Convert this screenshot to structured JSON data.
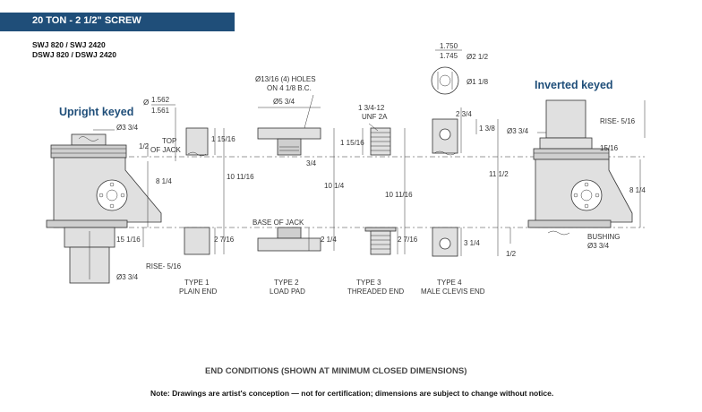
{
  "header": {
    "title": "20 TON - 2 1/2\" SCREW",
    "color": "#1f4e79"
  },
  "models": {
    "line1": "SWJ 820 / SWJ 2420",
    "line2": "DSWJ 820 / DSWJ 2420"
  },
  "headings": {
    "upright": "Upright keyed",
    "inverted": "Inverted keyed"
  },
  "dims": {
    "upright_dia_top": "1.562",
    "upright_dia_bot": "1.561",
    "dia_symbol": "Ø",
    "upright_boss": "Ø3 3/4",
    "upright_half": "1/2",
    "upright_body": "8 1/4",
    "upright_screw": "15 1/16",
    "upright_rise": "RISE- 5/16",
    "upright_bottom": "Ø3 3/4",
    "top_of_jack_1": "TOP",
    "top_of_jack_2": "OF JACK",
    "base_of_jack": "BASE OF JACK",
    "t1_top": "1 15/16",
    "t1_bot": "2 7/16",
    "t1_total": "10 11/16",
    "t2_holes_1": "Ø13/16 (4) HOLES",
    "t2_holes_2": "ON 4 1/8 B.C.",
    "t2_dia": "Ø5 3/4",
    "t2_top": "3/4",
    "t2_bot": "2 1/4",
    "t2_total": "10 1/4",
    "t3_thread_1": "1 3/4-12",
    "t3_thread_2": "UNF 2A",
    "t3_top": "1 15/16",
    "t3_bot": "2 7/16",
    "t3_total": "10 11/16",
    "t4_w_top": "1.750",
    "t4_w_bot": "1.745",
    "t4_od": "Ø2 1/2",
    "t4_pin": "Ø1 1/8",
    "t4_h1": "2 3/4",
    "t4_h2": "1 3/8",
    "t4_bot": "3 1/4",
    "t4_total": "11 1/2",
    "inv_boss": "Ø3 3/4",
    "inv_rise": "RISE- 5/16",
    "inv_screw": "15/16",
    "inv_body": "8 1/4",
    "inv_half": "1/2",
    "inv_bushing": "BUSHING",
    "inv_bushing_dia": "Ø3 3/4"
  },
  "types": [
    {
      "line1": "TYPE 1",
      "line2": "PLAIN END"
    },
    {
      "line1": "TYPE 2",
      "line2": "LOAD PAD"
    },
    {
      "line1": "TYPE 3",
      "line2": "THREADED END"
    },
    {
      "line1": "TYPE 4",
      "line2": "MALE CLEVIS END"
    }
  ],
  "caption": "END CONDITIONS (SHOWN AT MINIMUM CLOSED DIMENSIONS)",
  "note": "Note: Drawings are artist's conception — not for certification; dimensions are subject to change without notice."
}
